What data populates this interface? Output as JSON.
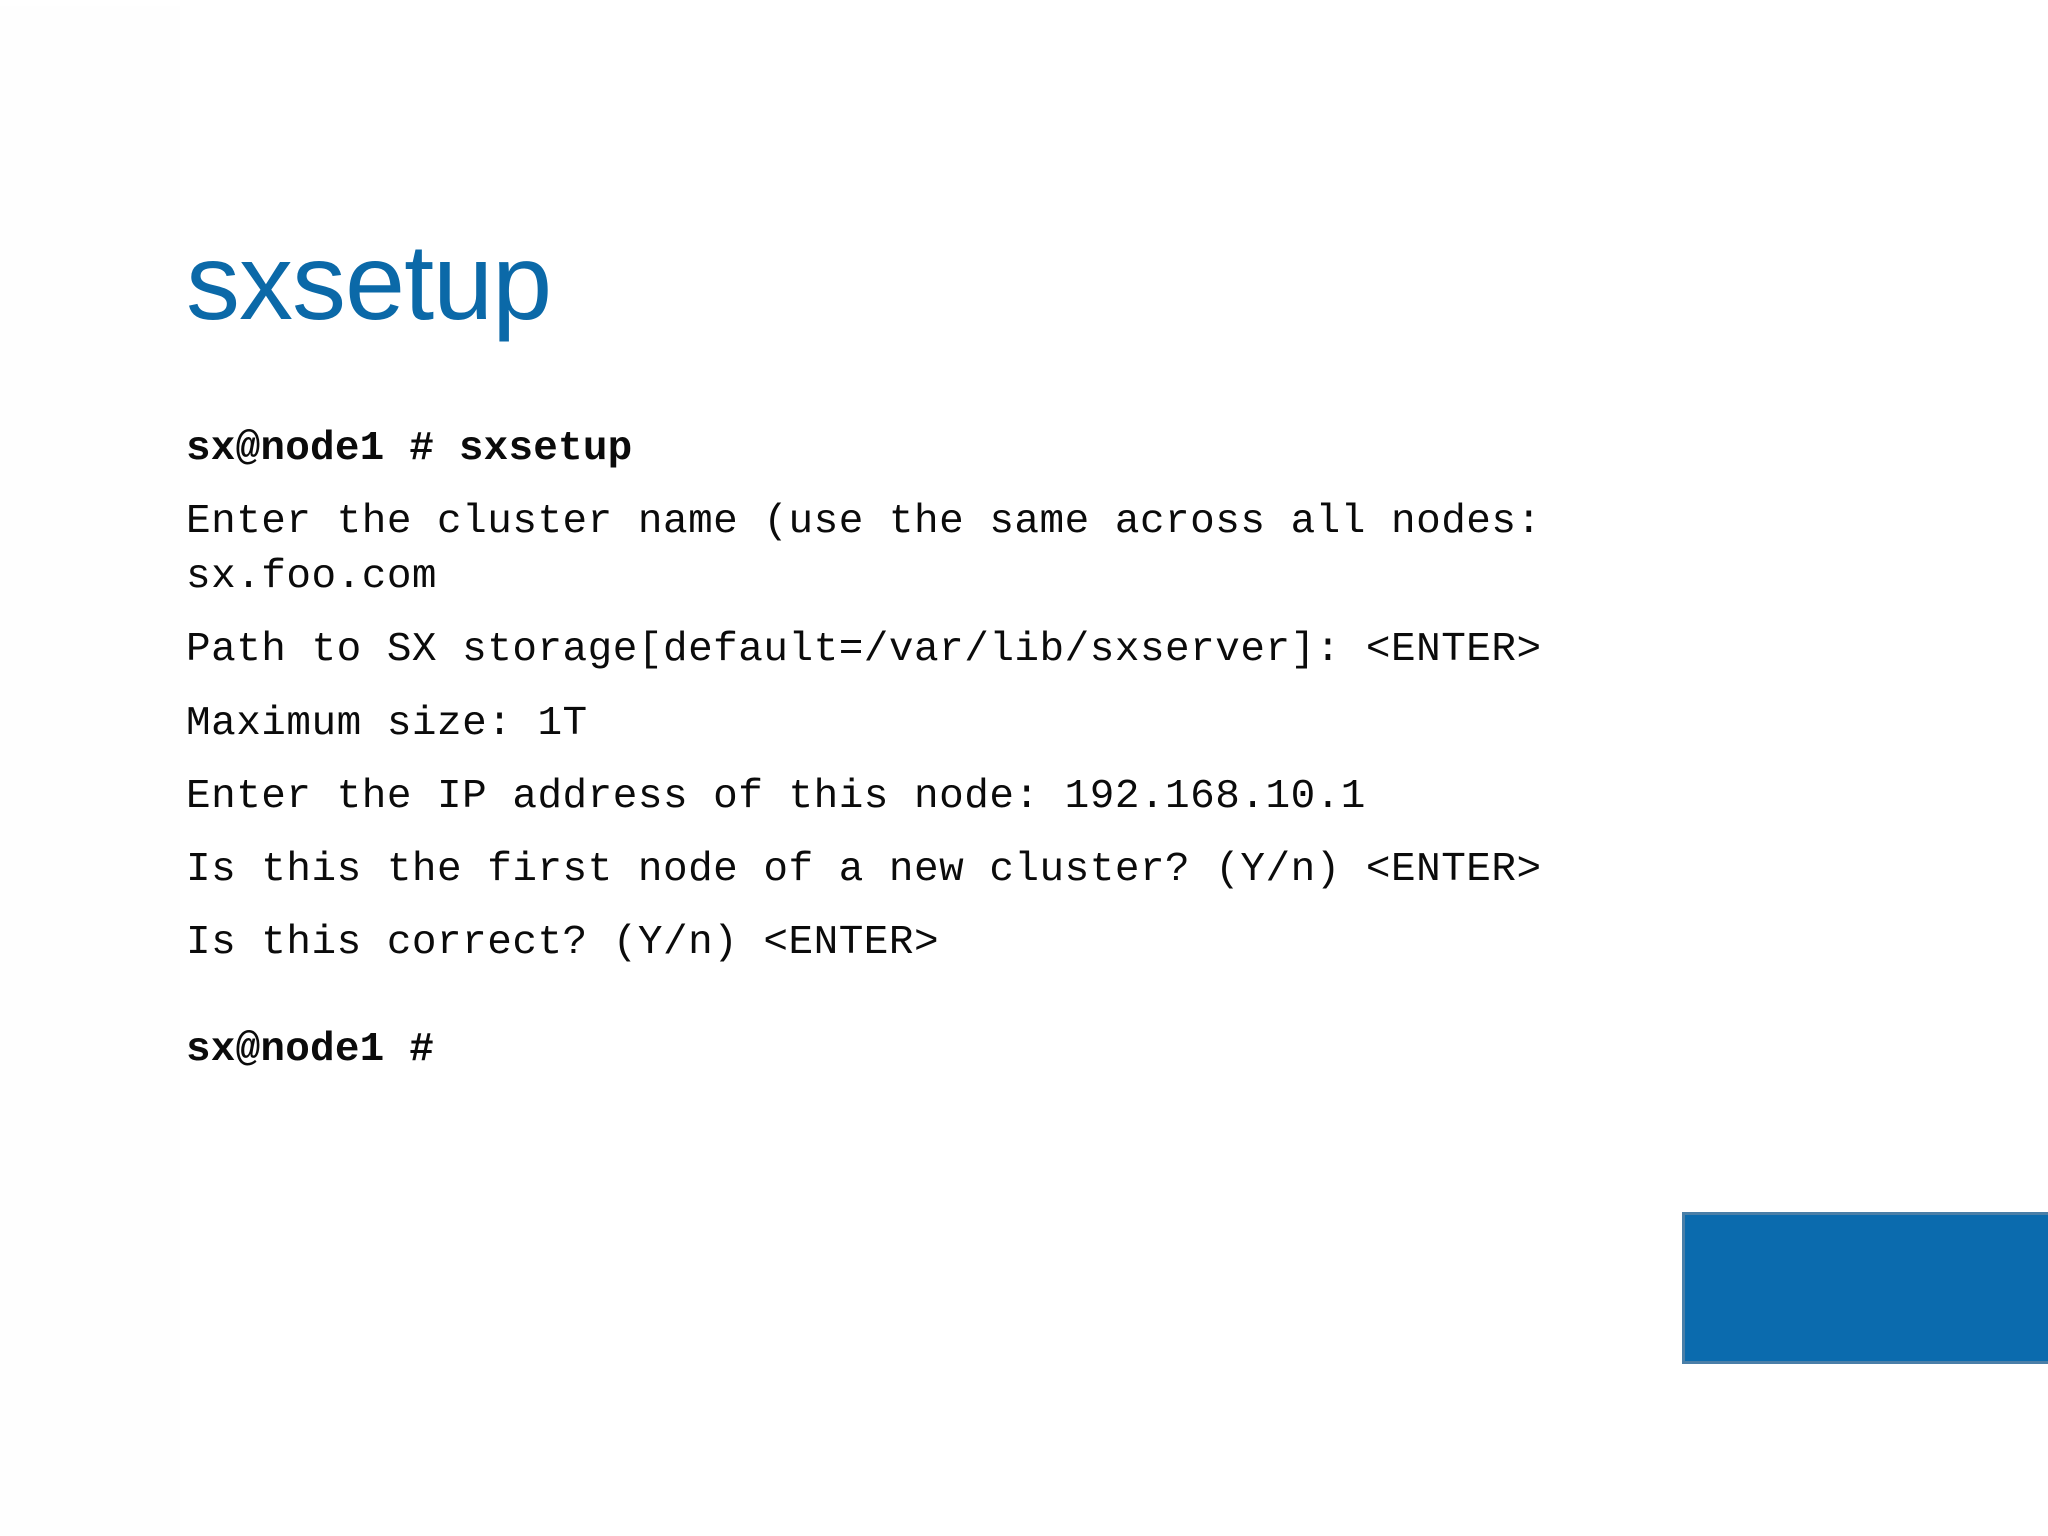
{
  "slide": {
    "title": "sxsetup",
    "title_color": "#0b69a8",
    "background_color": "#ffffff",
    "accent_rect_color": "#0b6bae"
  },
  "terminal": {
    "lines": [
      {
        "text": "sx@node1 # sxsetup",
        "bold": true
      },
      {
        "text": "Enter the cluster name (use the same across all nodes: sx.foo.com",
        "bold": false
      },
      {
        "text": "Path to SX storage[default=/var/lib/sxserver]: <ENTER>",
        "bold": false
      },
      {
        "text": "Maximum size: 1T",
        "bold": false
      },
      {
        "text": "Enter the IP address of this node: 192.168.10.1",
        "bold": false
      },
      {
        "text": "Is this the first node of a new cluster? (Y/n) <ENTER>",
        "bold": false
      },
      {
        "text": "Is this correct? (Y/n) <ENTER>",
        "bold": false
      },
      {
        "text": "sx@node1 #",
        "bold": true
      }
    ]
  }
}
